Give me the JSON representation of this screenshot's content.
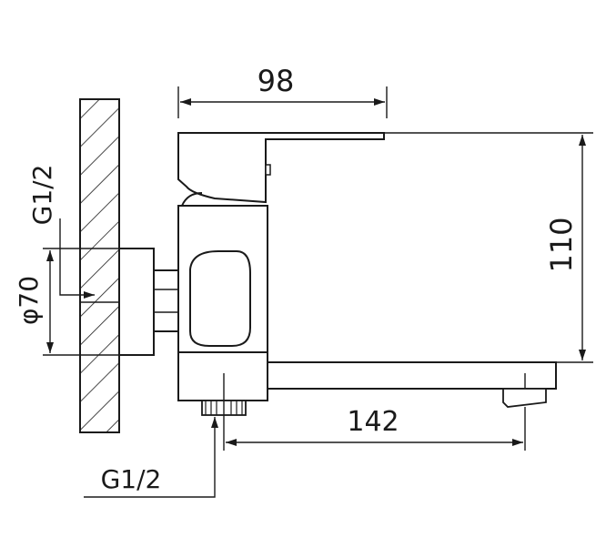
{
  "dimensions": {
    "width_top": "98",
    "height_right": "110",
    "spout_reach": "142",
    "flange_diameter": "φ70",
    "inlet_thread_side": "G1/2",
    "outlet_thread_bottom": "G1/2"
  },
  "colors": {
    "line": "#1a1a1a",
    "background": "#ffffff"
  }
}
